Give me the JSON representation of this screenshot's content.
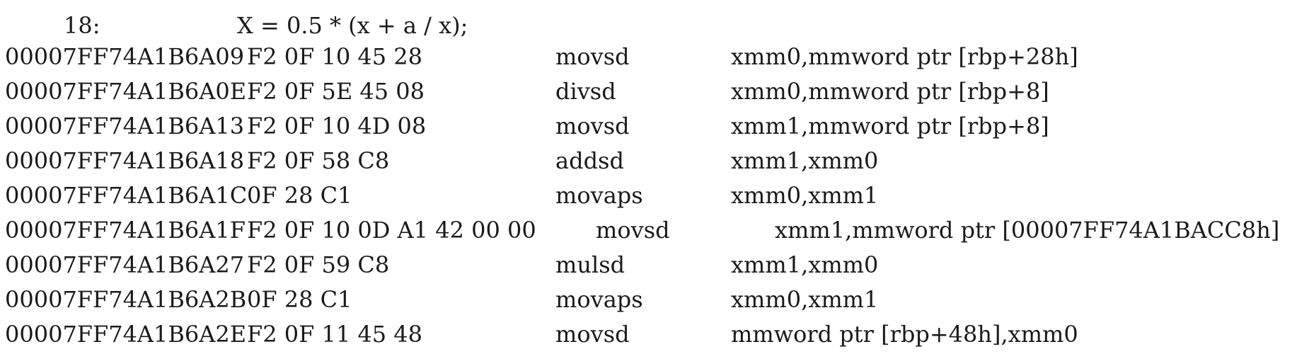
{
  "source_line": {
    "number": "18:",
    "code": "X = 0.5 * (x + a / x);"
  },
  "disassembly": [
    {
      "address": "00007FF74A1B6A09",
      "bytes": "F2 0F 10 45 28",
      "mnemonic": "movsd",
      "operands": "xmm0,mmword ptr [rbp+28h]"
    },
    {
      "address": "00007FF74A1B6A0E",
      "bytes": "F2 0F 5E 45 08",
      "mnemonic": "divsd",
      "operands": "xmm0,mmword ptr [rbp+8]"
    },
    {
      "address": "00007FF74A1B6A13",
      "bytes": "F2 0F 10 4D 08",
      "mnemonic": "movsd",
      "operands": "xmm1,mmword ptr [rbp+8]"
    },
    {
      "address": "00007FF74A1B6A18",
      "bytes": "F2 0F 58 C8",
      "mnemonic": "addsd",
      "operands": "xmm1,xmm0"
    },
    {
      "address": "00007FF74A1B6A1C",
      "bytes": "0F 28 C1",
      "mnemonic": "movaps",
      "operands": "xmm0,xmm1"
    },
    {
      "address": "00007FF74A1B6A1F",
      "bytes": "F2 0F 10 0D A1 42 00 00",
      "mnemonic": "movsd",
      "operands": "xmm1,mmword ptr [00007FF74A1BACC8h]"
    },
    {
      "address": "00007FF74A1B6A27",
      "bytes": "F2 0F 59 C8",
      "mnemonic": "mulsd",
      "operands": "xmm1,xmm0"
    },
    {
      "address": "00007FF74A1B6A2B",
      "bytes": "0F 28 C1",
      "mnemonic": "movaps",
      "operands": "xmm0,xmm1"
    },
    {
      "address": "00007FF74A1B6A2E",
      "bytes": "F2 0F 11 45 48",
      "mnemonic": "movsd",
      "operands": "mmword ptr [rbp+48h],xmm0"
    }
  ]
}
